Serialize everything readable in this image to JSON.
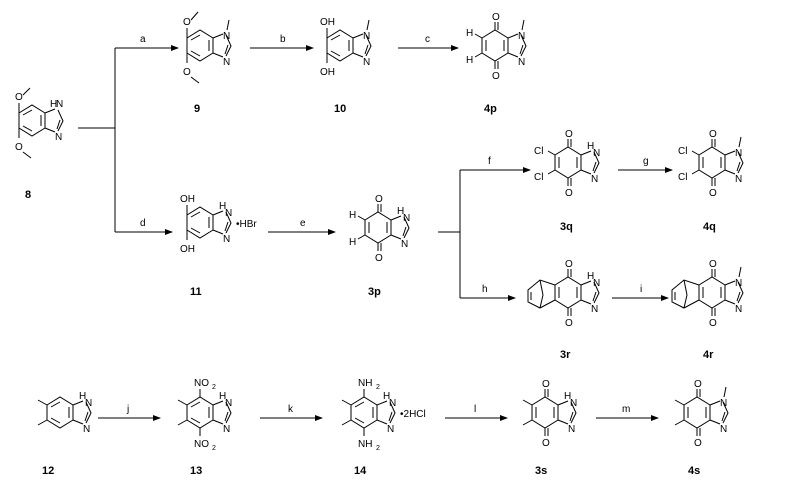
{
  "compounds": {
    "c8": "8",
    "c9": "9",
    "c10": "10",
    "c4p": "4p",
    "c11": "11",
    "c3p": "3p",
    "c3q": "3q",
    "c4q": "4q",
    "c3r": "3r",
    "c4r": "4r",
    "c12": "12",
    "c13": "13",
    "c14": "14",
    "c3s": "3s",
    "c4s": "4s"
  },
  "reagents": {
    "a": "a",
    "b": "b",
    "c": "c",
    "d": "d",
    "e": "e",
    "f": "f",
    "g": "g",
    "h": "h",
    "i": "i",
    "j": "j",
    "k": "k",
    "l": "l",
    "m": "m"
  },
  "atoms": {
    "O": "O",
    "OH": "OH",
    "H": "H",
    "N": "N",
    "Cl": "Cl",
    "NO2_main": "NO",
    "NO2_sub": "2",
    "NH2_main": "NH",
    "NH2_sub": "2",
    "HBr": "•HBr",
    "HCl": "•2HCl"
  }
}
